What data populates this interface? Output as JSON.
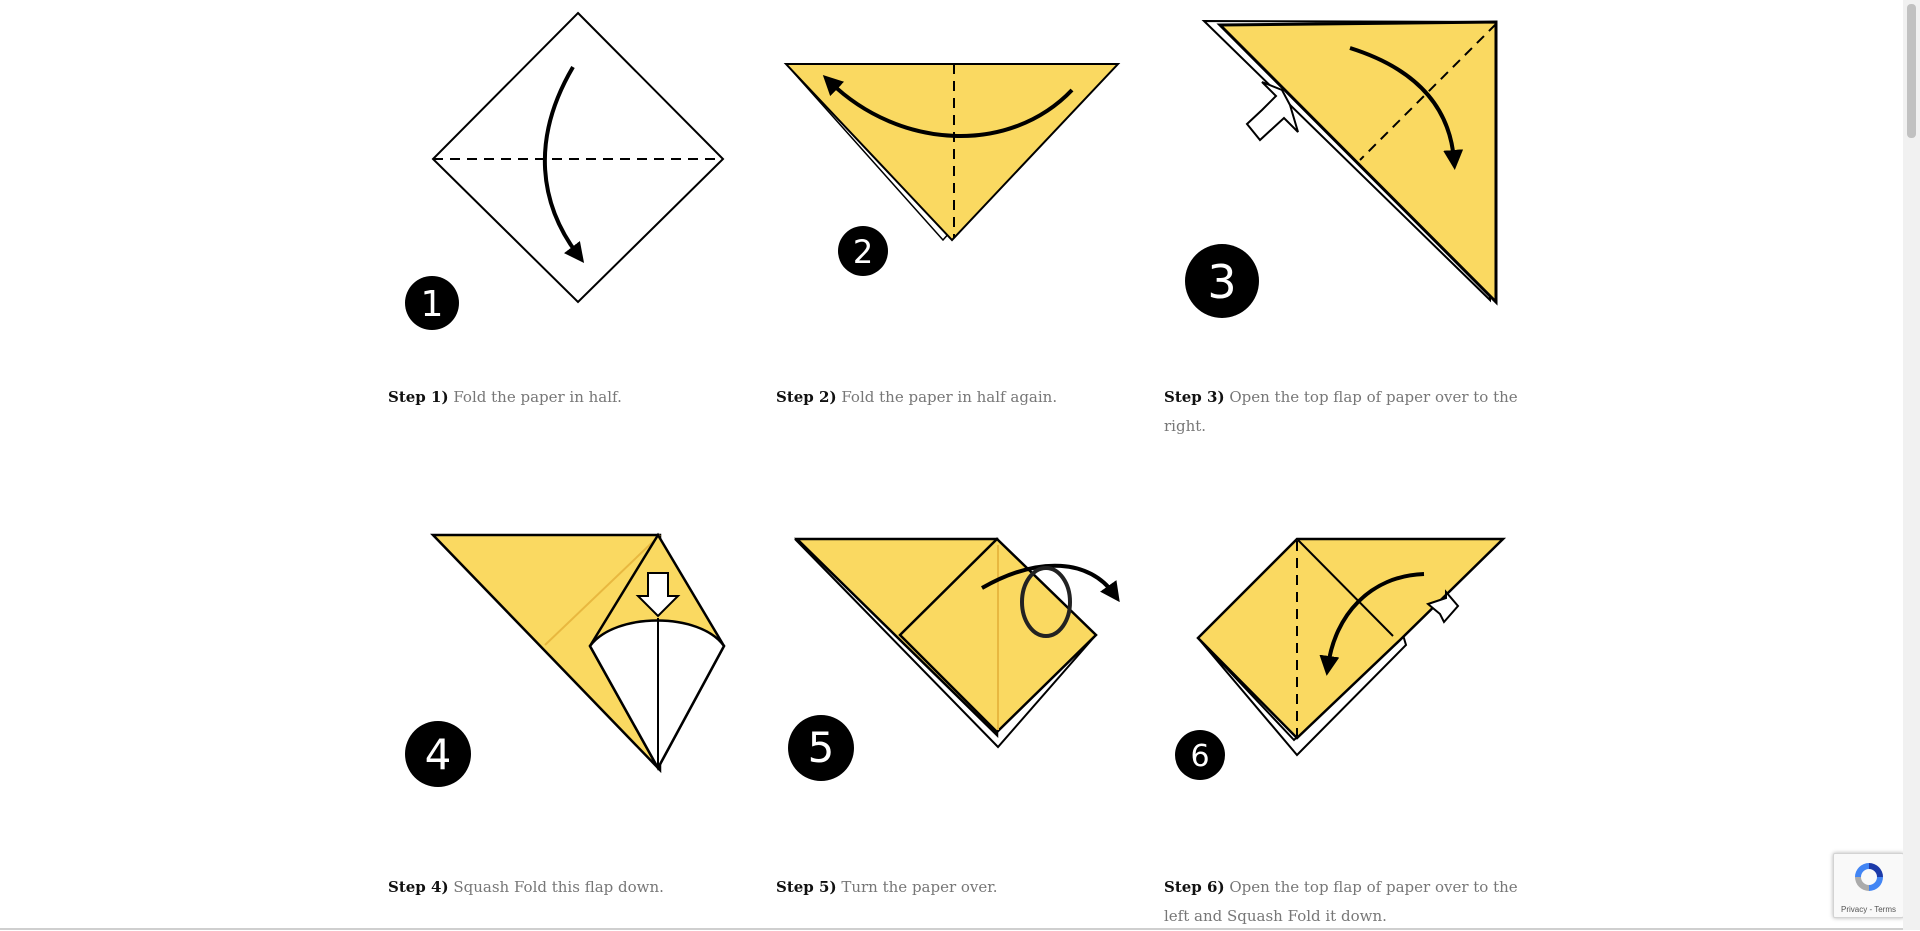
{
  "colors": {
    "paper_yellow": "#fad961",
    "outline": "#000000",
    "step_label": "#111111",
    "caption_text": "#777777"
  },
  "steps": [
    {
      "number": "1",
      "label": "Step 1)",
      "text": "Fold the paper in half."
    },
    {
      "number": "2",
      "label": "Step 2)",
      "text": "Fold the paper in half again."
    },
    {
      "number": "3",
      "label": "Step 3)",
      "text": "Open the top flap of paper over to the right."
    },
    {
      "number": "4",
      "label": "Step 4)",
      "text": "Squash Fold this flap down."
    },
    {
      "number": "5",
      "label": "Step 5)",
      "text": "Turn the paper over."
    },
    {
      "number": "6",
      "label": "Step 6)",
      "text": "Open the top flap of paper over to the left and Squash Fold it down."
    }
  ],
  "recaptcha": {
    "privacy_label": "Privacy",
    "separator": " - ",
    "terms_label": "Terms"
  }
}
